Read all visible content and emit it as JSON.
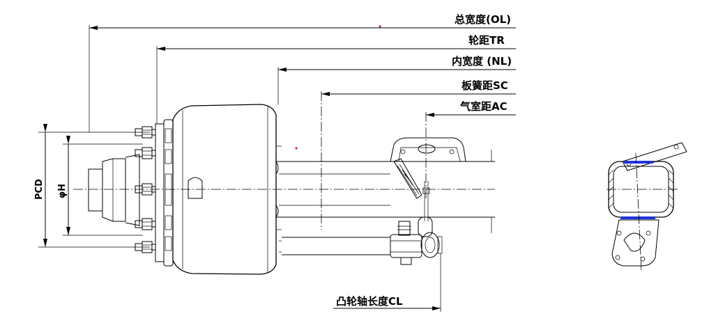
{
  "labels": {
    "overall_width": "总宽度(OL)",
    "track": "轮距TR",
    "inner_width": "内宽度 (NL)",
    "spring_center": "板簧距SC",
    "chamber_center": "气室距AC",
    "camshaft_length": "凸轮轴长度CL",
    "pcd": "PCD",
    "hub_diameter": "φH"
  },
  "colors": {
    "line": "#000000",
    "weld_highlight": "#2233dd",
    "marker_dot": "#cc0000"
  },
  "icons": {
    "arrowhead": "dimension-arrow-icon"
  }
}
